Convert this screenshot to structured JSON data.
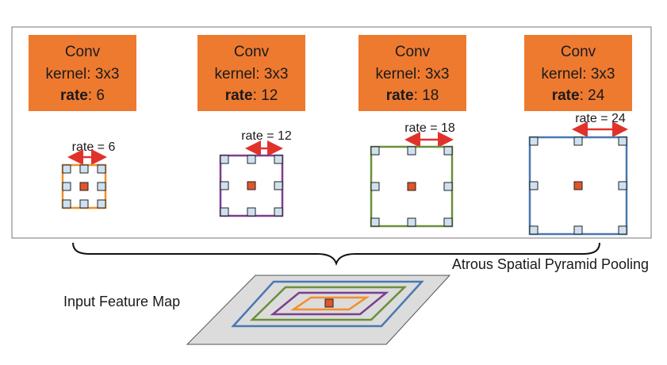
{
  "conv_blocks": [
    {
      "title": "Conv",
      "kernel": "kernel: 3x3",
      "rate_label": "rate",
      "rate_value": ": 6",
      "annotation": "rate = 6",
      "color": "#f28e2b"
    },
    {
      "title": "Conv",
      "kernel": "kernel: 3x3",
      "rate_label": "rate",
      "rate_value": ": 12",
      "annotation": "rate = 12",
      "color": "#7b3f8f"
    },
    {
      "title": "Conv",
      "kernel": "kernel: 3x3",
      "rate_label": "rate",
      "rate_value": ": 18",
      "annotation": "rate = 18",
      "color": "#6a8f3a"
    },
    {
      "title": "Conv",
      "kernel": "kernel: 3x3",
      "rate_label": "rate",
      "rate_value": ": 24",
      "annotation": "rate = 24",
      "color": "#4a78b0"
    }
  ],
  "colors": {
    "box_fill": "#ee7a30",
    "center_cell": "#e0552b",
    "sample_cell": "#cfe1f0",
    "arrow": "#e0322b",
    "frame": "#777777",
    "input_plane": "#dcdcdc"
  },
  "aspp_label": "Atrous Spatial Pyramid Pooling",
  "input_label": "Input Feature Map"
}
